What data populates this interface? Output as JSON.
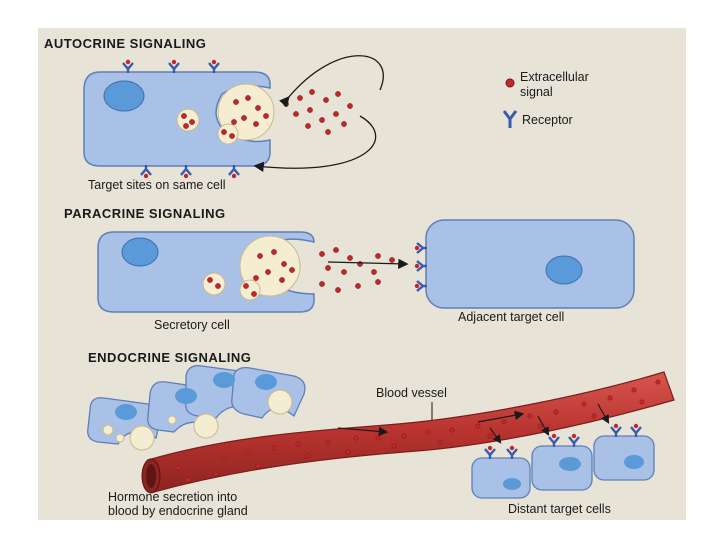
{
  "sections": {
    "autocrine": {
      "title": "AUTOCRINE SIGNALING",
      "caption": "Target sites on same cell"
    },
    "paracrine": {
      "title": "PARACRINE SIGNALING",
      "secretory_caption": "Secretory cell",
      "target_caption": "Adjacent target cell"
    },
    "endocrine": {
      "title": "ENDOCRINE SIGNALING",
      "vessel_caption": "Blood vessel",
      "gland_caption_line1": "Hormone secretion into",
      "gland_caption_line2": "blood by endocrine gland",
      "target_caption": "Distant target cells"
    }
  },
  "legend": {
    "signal_line1": "Extracellular",
    "signal_line2": "signal",
    "receptor": "Receptor"
  },
  "colors": {
    "cell": "#a9c1e6",
    "nucleus": "#5a9ad8",
    "vesicle": "#f5edd2",
    "signal": "#c0282a",
    "receptor": "#3a5ab0",
    "vessel": "#b8332f",
    "background": "#e7e3d7"
  }
}
